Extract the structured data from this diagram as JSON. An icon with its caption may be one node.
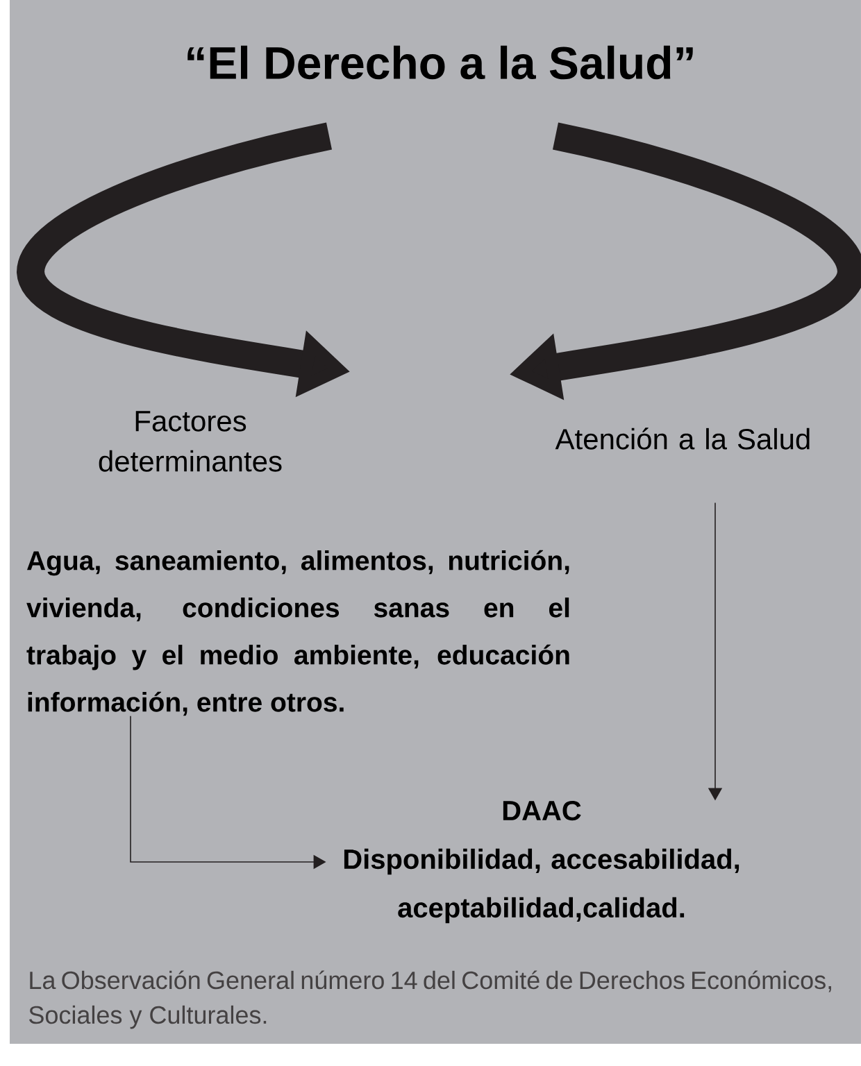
{
  "diagram": {
    "title": "“El Derecho a la Salud”",
    "nodes": [
      {
        "text": [
          "Factores determinantes"
        ]
      },
      {
        "text": [
          "Atención a la Salud"
        ]
      },
      {
        "text": [
          "Agua, saneamiento, alimentos, nutrición, vivienda, condiciones sanas en el trabajo y el medio ambiente, educación información, entre otros."
        ]
      },
      {
        "text": [
          "DAAC",
          "Disponibilidad, accesabilidad, aceptabilidad,calidad."
        ]
      }
    ],
    "edges": [
      {
        "from": null,
        "to": 0,
        "arrow": "to",
        "style": "thick"
      },
      {
        "from": null,
        "to": 1,
        "arrow": "to",
        "style": "thick"
      },
      {
        "from": 1,
        "to": 3,
        "arrow": "to"
      },
      {
        "from": 2,
        "to": 3,
        "arrow": "to"
      }
    ],
    "caption": "La Observación General número 14 del Comité de Derechos Económicos, Sociales y Culturales."
  }
}
